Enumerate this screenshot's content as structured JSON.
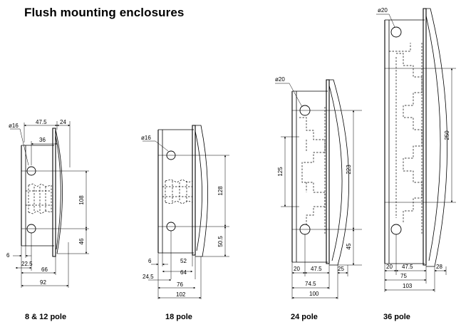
{
  "title": "Flush mounting enclosures",
  "drawings": [
    {
      "caption": "8 & 12 pole",
      "dims": {
        "d": "ø16",
        "w475": "47.5",
        "w24": "24",
        "w36": "36",
        "h108": "108",
        "h46": "46",
        "b6": "6",
        "b225": "22.5",
        "b66": "66",
        "b92": "92"
      }
    },
    {
      "caption": "18 pole",
      "dims": {
        "d": "ø16",
        "h128": "128",
        "h505": "50.5",
        "b6": "6",
        "b52": "52",
        "b245": "24.5",
        "b64": "64",
        "b76": "76",
        "b102": "102"
      }
    },
    {
      "caption": "24 pole",
      "dims": {
        "d": "ø20",
        "h125": "125",
        "h223": "223",
        "h45": "45",
        "b20": "20",
        "b475": "47.5",
        "b25": "25",
        "b745": "74.5",
        "b100": "100"
      }
    },
    {
      "caption": "36 pole",
      "dims": {
        "d": "ø20",
        "h250": "250",
        "b20": "20",
        "b475": "47.5",
        "b28": "28",
        "b75": "75",
        "b103": "103"
      }
    }
  ]
}
